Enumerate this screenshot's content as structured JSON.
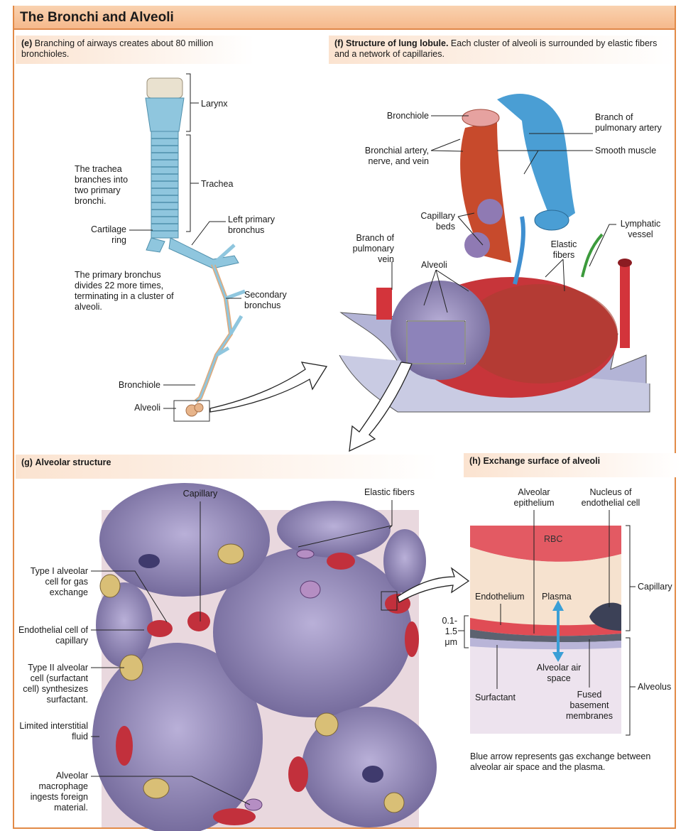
{
  "title": "The Bronchi and Alveoli",
  "panel_e": {
    "letter": "(e)",
    "caption": "Branching of airways creates about 80 million bronchioles.",
    "labels": {
      "larynx": "Larynx",
      "trachea_note": "The trachea branches into two primary bronchi.",
      "trachea": "Trachea",
      "left_primary_bronchus": "Left primary bronchus",
      "cartilage_ring": "Cartilage ring",
      "primary_note": "The primary bronchus divides 22 more times, terminating in a cluster of alveoli.",
      "secondary_bronchus": "Secondary bronchus",
      "bronchiole": "Bronchiole",
      "alveoli": "Alveoli"
    }
  },
  "panel_f": {
    "letter": "(f)",
    "caption_bold": "Structure of lung lobule.",
    "caption": "Each cluster of alveoli is surrounded by elastic fibers and a network of capillaries.",
    "labels": {
      "bronchiole": "Bronchiole",
      "branch_pulmonary_artery": "Branch of pulmonary artery",
      "bronchial_artery": "Bronchial artery, nerve, and vein",
      "smooth_muscle": "Smooth muscle",
      "capillary_beds": "Capillary beds",
      "lymphatic_vessel": "Lymphatic vessel",
      "branch_pulmonary_vein": "Branch of pulmonary vein",
      "elastic_fibers": "Elastic fibers",
      "alveoli": "Alveoli"
    }
  },
  "panel_g": {
    "letter": "(g)",
    "caption": "Alveolar structure",
    "labels": {
      "capillary": "Capillary",
      "elastic_fibers": "Elastic fibers",
      "type1": "Type I alveolar cell for gas exchange",
      "endothelial": "Endothelial cell of capillary",
      "type2": "Type II alveolar cell (surfactant cell) synthesizes surfactant.",
      "interstitial": "Limited interstitial fluid",
      "macrophage": "Alveolar macrophage ingests foreign material."
    }
  },
  "panel_h": {
    "letter": "(h)",
    "caption": "Exchange surface of alveoli",
    "labels": {
      "alveolar_epithelium": "Alveolar epithelium",
      "nucleus_endothelial": "Nucleus of endothelial cell",
      "rbc": "RBC",
      "capillary": "Capillary",
      "endothelium": "Endothelium",
      "plasma": "Plasma",
      "thickness": "0.1-1.5 μm",
      "alveolar_air_space": "Alveolar air space",
      "alveolus": "Alveolus",
      "surfactant": "Surfactant",
      "fused_membranes": "Fused basement membranes"
    },
    "note": "Blue arrow represents gas exchange between alveolar air space and the plasma."
  },
  "colors": {
    "header": "#f6b98c",
    "border": "#e28a47",
    "cartilage": "#8fc6de",
    "alveolus": "#a69bc7",
    "capillary": "#c8323c",
    "gas_arrow": "#3a9fd6"
  }
}
